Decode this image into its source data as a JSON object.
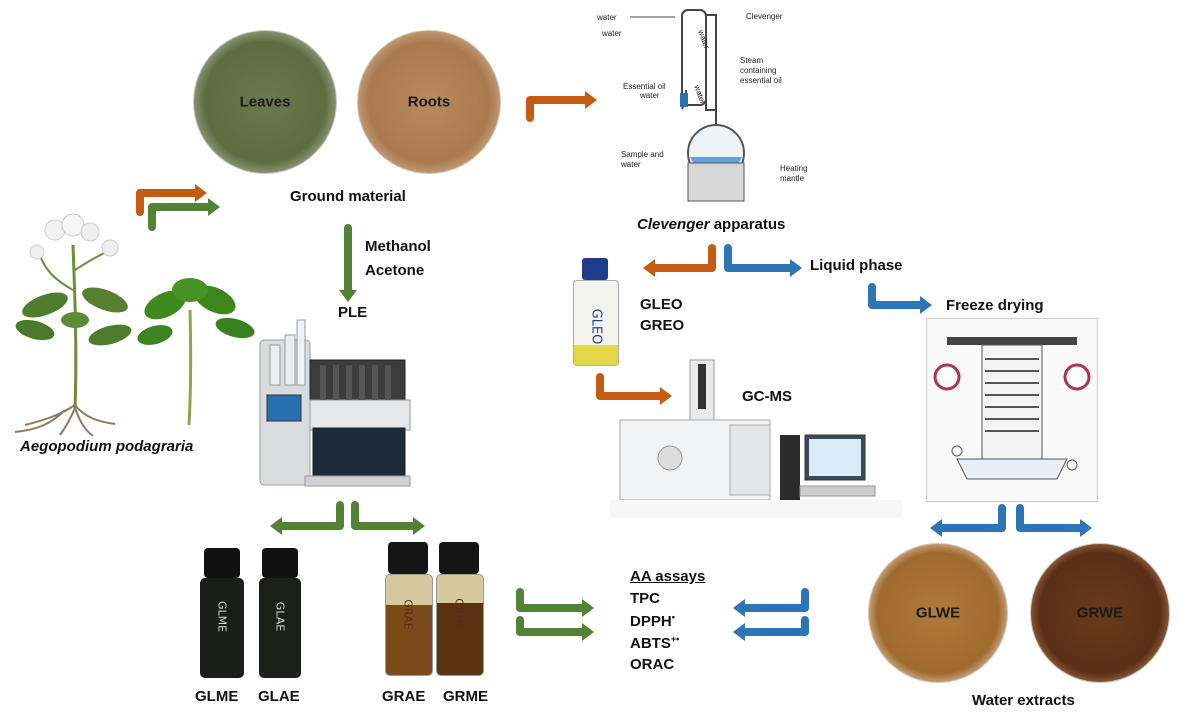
{
  "plant": {
    "name": "Aegopodium podagraria"
  },
  "ground_material": {
    "title": "Ground material",
    "leaves": "Leaves",
    "roots": "Roots"
  },
  "ple": {
    "title": "PLE",
    "solvent_1": "Methanol",
    "solvent_2": "Acetone"
  },
  "clevenger": {
    "title_italic": "Clevenger",
    "title_rest": " apparatus",
    "labels": {
      "water_out": "water",
      "water_in": "water",
      "clevenger": "Clevenger",
      "water_inner_1": "water",
      "water_inner_2": "water",
      "steam_1": "Steam",
      "steam_2": "containing",
      "steam_3": "essential oil",
      "essential_oil": "Essential oil",
      "essential_water": "water",
      "sample_1": "Sample and",
      "sample_2": "water",
      "heating_1": "Heating",
      "heating_2": "mantle"
    }
  },
  "essential_oils": {
    "vial_label": "GLEO",
    "item_1": "GLEO",
    "item_2": "GREO"
  },
  "liquid_phase": "Liquid phase",
  "gcms": "GC-MS",
  "freeze_drying": "Freeze drying",
  "extracts": {
    "glme": "GLME",
    "glae": "GLAE",
    "grae": "GRAE",
    "grme": "GRME",
    "vial_glme": "GLME",
    "vial_glae": "GLAE",
    "vial_grae": "GRAE",
    "vial_grme": "GRME"
  },
  "assays": {
    "title": "AA assays",
    "tpc": "TPC",
    "dpph": "DPPH",
    "dpph_sup": "•",
    "abts": "ABTS",
    "abts_sup": "+•",
    "orac": "ORAC"
  },
  "water_extracts": {
    "title": "Water extracts",
    "glwe": "GLWE",
    "grwe": "GRWE"
  },
  "colors": {
    "orange_arrow": "#c55a11",
    "green_arrow": "#548235",
    "blue_arrow": "#2e75b6"
  }
}
